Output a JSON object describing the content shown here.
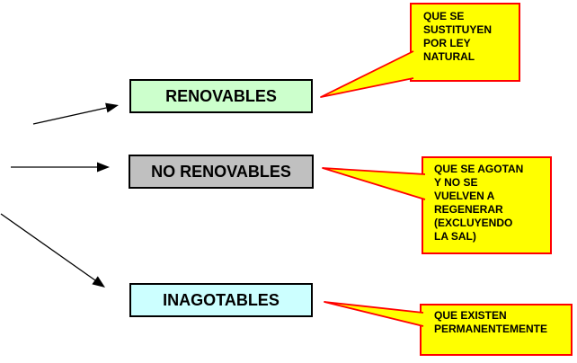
{
  "boxes": [
    {
      "label": "RENOVABLES",
      "fill": "#ccffcc"
    },
    {
      "label": "NO RENOVABLES",
      "fill": "#c0c0c0"
    },
    {
      "label": "INAGOTABLES",
      "fill": "#ccffff"
    }
  ],
  "callouts": [
    {
      "text": "QUE SE\nSUSTITUYEN\nPOR LEY\nNATURAL"
    },
    {
      "text": "QUE SE AGOTAN\nY NO SE\nVUELVEN A\nREGENERAR\n(EXCLUYENDO\nLA SAL)"
    },
    {
      "text": "QUE EXISTEN\nPERMANENTEMENTE"
    }
  ],
  "colors": {
    "background": "#ffffff",
    "box_border": "#000000",
    "arrow": "#000000",
    "callout_fill": "#ffff00",
    "callout_border": "#ff0000",
    "box_fill_renovables": "#ccffcc",
    "box_fill_no_renovables": "#c0c0c0",
    "box_fill_inagotables": "#ccffff",
    "text": "#000000"
  }
}
